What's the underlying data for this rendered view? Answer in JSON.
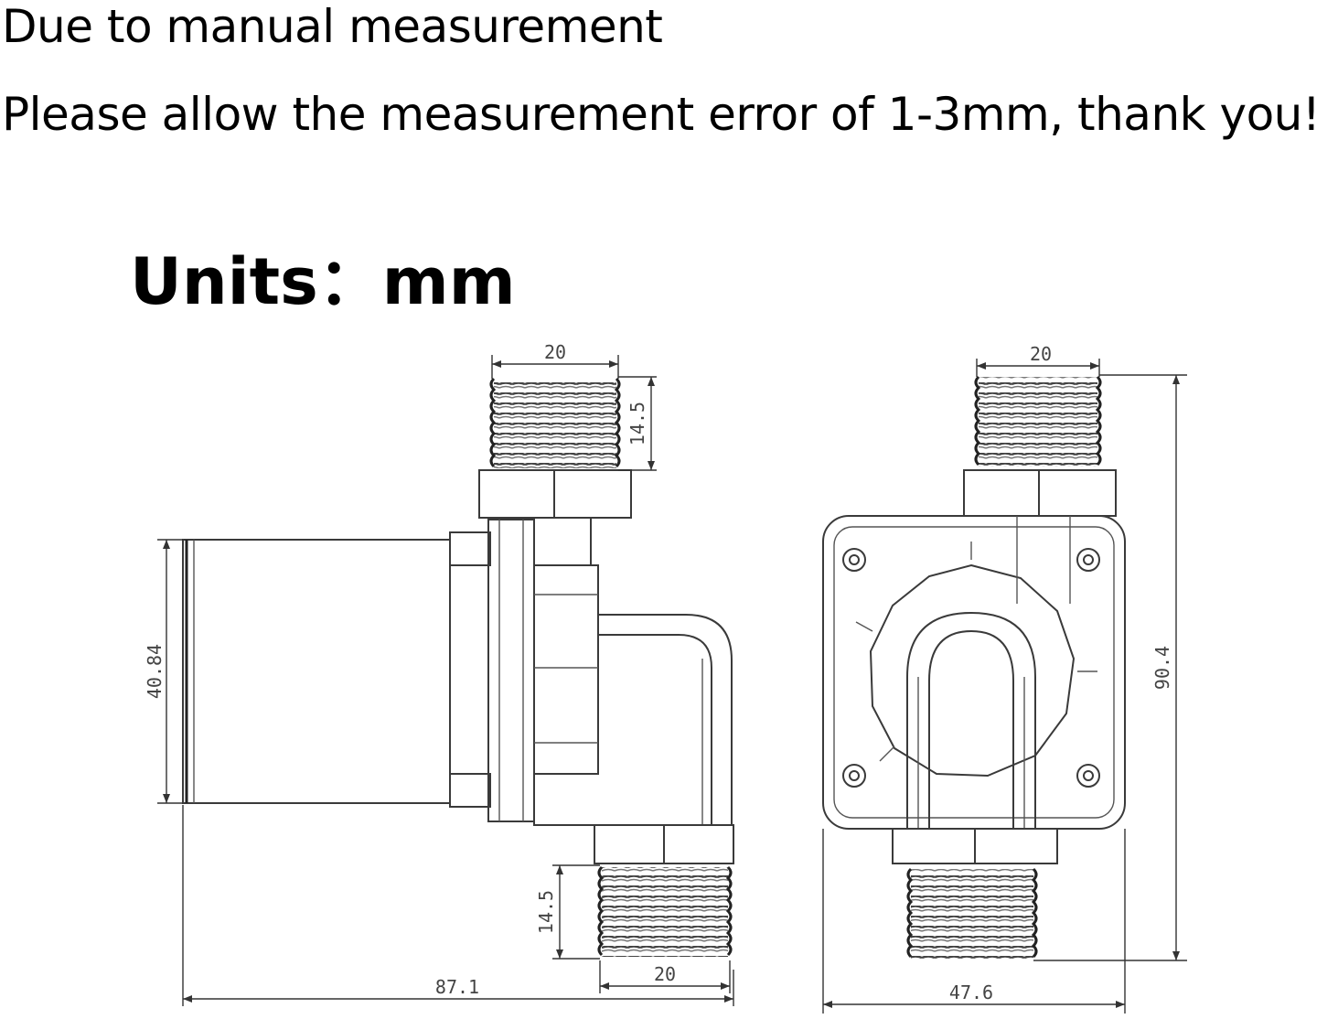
{
  "notes": {
    "line1": "Due to manual measurement",
    "line2": "Please allow the measurement error of 1-3mm, thank you!"
  },
  "units_label": "Units：mm",
  "dimensions": {
    "side_top_width": "20",
    "side_top_thread_height": "14.5",
    "side_motor_diameter": "40.84",
    "side_bottom_thread_height": "14.5",
    "side_bottom_width": "20",
    "side_total_length": "87.1",
    "front_top_width": "20",
    "front_total_height": "90.4",
    "front_total_width": "47.6"
  }
}
